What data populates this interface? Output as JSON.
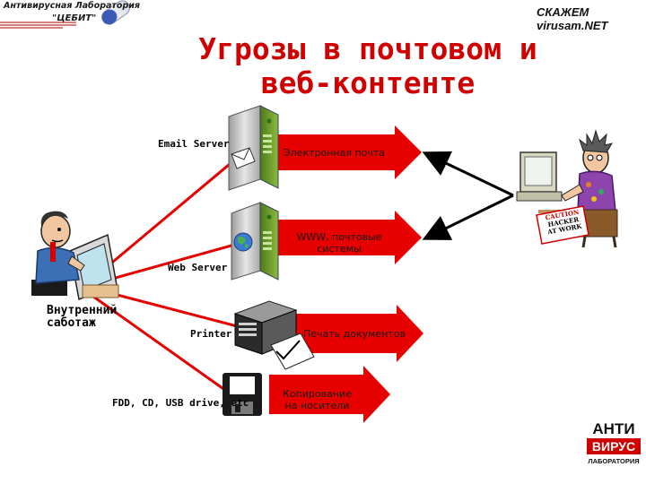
{
  "header": {
    "lab_line1": "Антивирусная Лаборатория",
    "lab_line2": "\"ЦЕБИТ\"",
    "brand": "СКАЖЕМ virusam.NET"
  },
  "title": {
    "line1": "Угрозы в почтовом и",
    "line2": "веб-контенте"
  },
  "nodes": {
    "email_server": "Email Server",
    "web_server": "Web Server",
    "printer": "Printer",
    "removable": "FDD, CD, USB drive, etc",
    "insider_line1": "Внутренний",
    "insider_line2": "саботаж"
  },
  "arrows": {
    "email": "Электронная почта",
    "www_line1": "WWW, почтовые",
    "www_line2": "системы",
    "print": "Печать документов",
    "copy_line1": "Копирование",
    "copy_line2": "на носители"
  },
  "hacker_sign": {
    "line1": "CAUTION",
    "line2": "HACKER",
    "line3": "AT WORK"
  },
  "antivirus_logo": {
    "top": "АНТИ",
    "middle": "ВИРУС",
    "bottom": "ЛАБОРАТОРИЯ"
  },
  "colors": {
    "accent_red": "#e60000",
    "title_red": "#d00000",
    "server_gray": "#c8c8c8",
    "server_green": "#6a9a2a"
  }
}
